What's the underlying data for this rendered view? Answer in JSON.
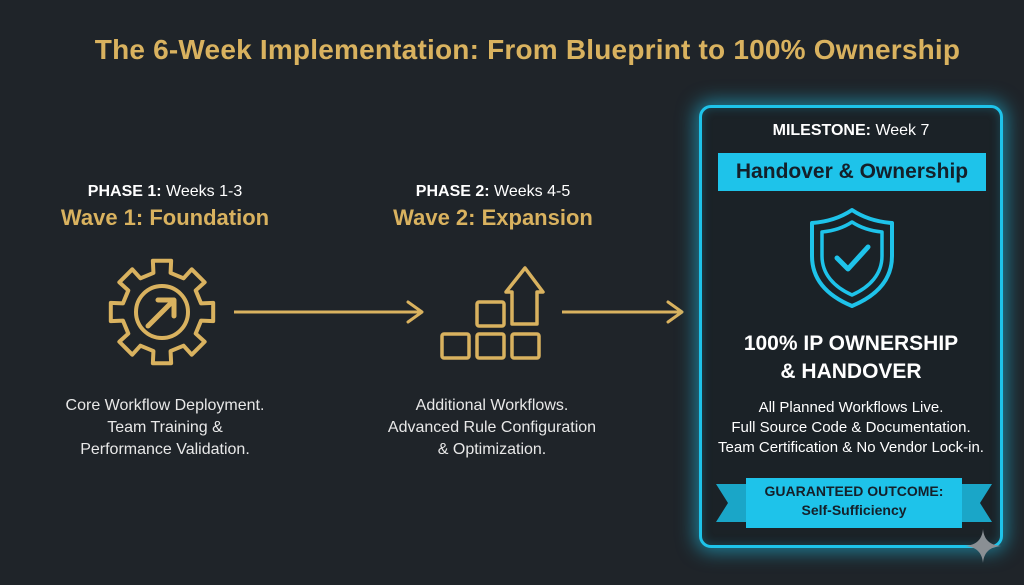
{
  "title": "The 6-Week Implementation: From Blueprint to 100% Ownership",
  "phase1": {
    "label": "PHASE 1:",
    "weeks": "Weeks 1-3",
    "name": "Wave 1: Foundation",
    "icon": "gear-arrow-icon",
    "desc": [
      "Core Workflow Deployment.",
      "Team Training &",
      "Performance Validation."
    ]
  },
  "phase2": {
    "label": "PHASE 2:",
    "weeks": "Weeks 4-5",
    "name": "Wave 2: Expansion",
    "icon": "blocks-growth-icon",
    "desc": [
      "Additional Workflows.",
      "Advanced Rule Configuration",
      "& Optimization."
    ]
  },
  "milestone": {
    "label": "MILESTONE:",
    "week": "Week 7",
    "banner": "Handover & Ownership",
    "icon": "shield-check-icon",
    "headline": [
      "100% IP OWNERSHIP",
      "& HANDOVER"
    ],
    "bullets": [
      "All Planned Workflows Live.",
      "Full Source Code & Documentation.",
      "Team Certification & No Vendor Lock-in."
    ],
    "ribbon": [
      "GUARANTEED OUTCOME:",
      "Self-Sufficiency"
    ]
  },
  "colors": {
    "background": "#1f2429",
    "gold": "#d9b25f",
    "cyan": "#1ec3ea",
    "white": "#ffffff"
  }
}
